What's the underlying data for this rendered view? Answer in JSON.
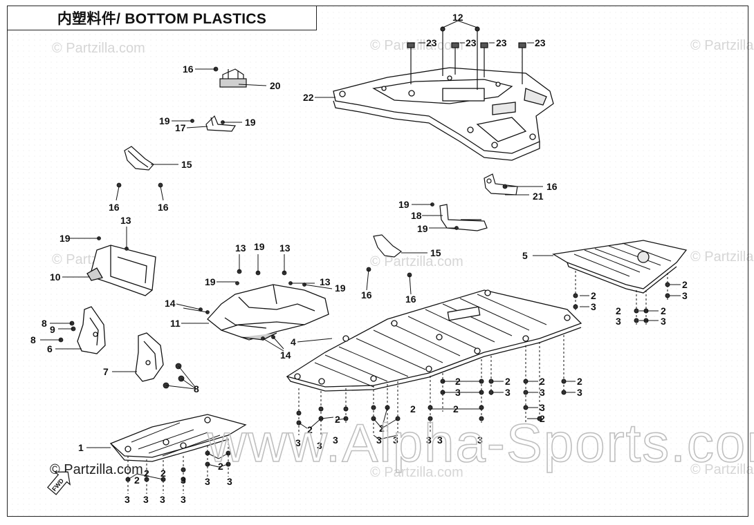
{
  "diagram": {
    "title": "内塑料件/ BOTTOM PLASTICS",
    "watermark_small": "© Partzilla.com",
    "watermark_big": "www.Alpha-Sports.com",
    "copyright": "© Partzilla.com",
    "fwd_label": "FWD",
    "callouts": {
      "n1": "1",
      "n2": "2",
      "n3": "3",
      "n4": "4",
      "n5": "5",
      "n6": "6",
      "n7": "7",
      "n8": "8",
      "n9": "9",
      "n10": "10",
      "n11": "11",
      "n12": "12",
      "n13": "13",
      "n14": "14",
      "n15": "15",
      "n16": "16",
      "n17": "17",
      "n18": "18",
      "n19": "19",
      "n20": "20",
      "n21": "21",
      "n22": "22",
      "n23": "23"
    }
  }
}
